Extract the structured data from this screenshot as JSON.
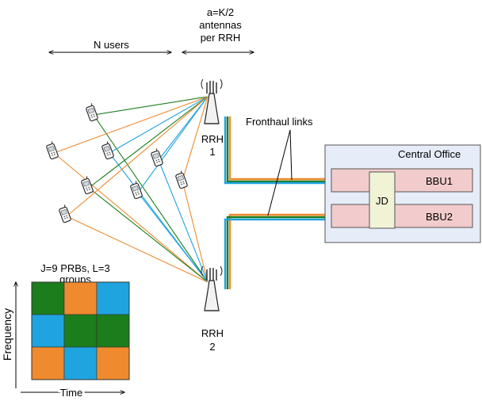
{
  "labels": {
    "n_users": "N users",
    "antennas_line1": "a=K/2",
    "antennas_line2": "antennas",
    "antennas_line3": "per RRH",
    "fronthaul": "Fronthaul links",
    "rrh1_line1": "RRH",
    "rrh1_line2": "1",
    "rrh2_line1": "RRH",
    "rrh2_line2": "2",
    "central_office": "Central Office",
    "bbu1": "BBU1",
    "bbu2": "BBU2",
    "jd": "JD",
    "grid_title_line1": "J=9 PRBs, L=3",
    "grid_title_line2": "groups",
    "frequency": "Frequency",
    "time": "Time"
  },
  "colors": {
    "green": "#1b7d1b",
    "orange": "#ef8a2e",
    "blue": "#1fa4e0",
    "office_fill": "#e6ecf8",
    "bbu_fill": "#f2cccc",
    "jd_fill": "#f1f3d6"
  },
  "prb_grid": [
    [
      "green",
      "orange",
      "blue"
    ],
    [
      "blue",
      "green",
      "green"
    ],
    [
      "orange",
      "blue",
      "orange"
    ]
  ]
}
